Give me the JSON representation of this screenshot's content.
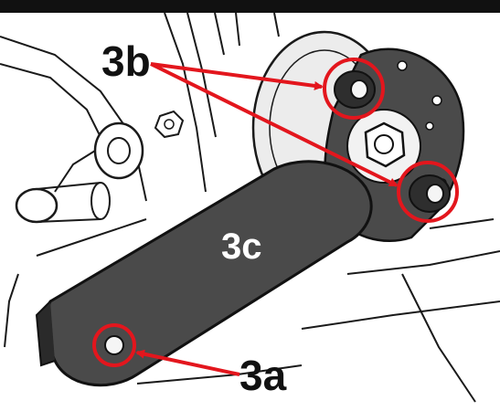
{
  "callouts": {
    "a": {
      "label": "3a"
    },
    "b": {
      "label": "3b"
    },
    "c": {
      "label": "3c"
    }
  },
  "colors": {
    "callout_red": "#e3161d",
    "link_arm": "#4a4a4a",
    "line_art": "#1a1a1a",
    "background": "#ffffff"
  }
}
